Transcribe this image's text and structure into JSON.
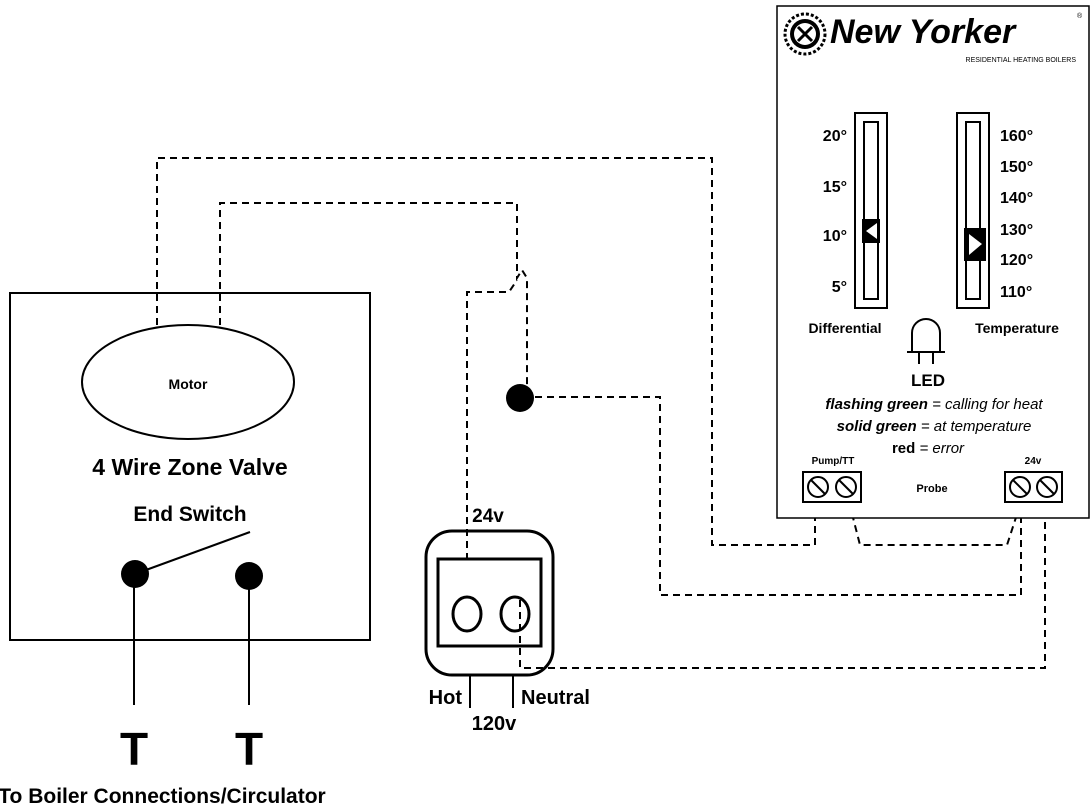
{
  "brand": {
    "name": "New Yorker",
    "registered": "®",
    "tagline": "RESIDENTIAL HEATING BOILERS"
  },
  "control": {
    "differential": {
      "label": "Differential",
      "ticks": [
        "20°",
        "15°",
        "10°",
        "5°"
      ],
      "setting": "10°"
    },
    "temperature": {
      "label": "Temperature",
      "ticks": [
        "160°",
        "150°",
        "140°",
        "130°",
        "120°",
        "110°"
      ],
      "setting": "125°"
    },
    "led": {
      "label": "LED",
      "legend": [
        {
          "term": "flashing green",
          "desc": " = calling for heat"
        },
        {
          "term": "solid green",
          "desc": " = at temperature"
        },
        {
          "term": "red",
          "desc": " = error"
        }
      ]
    },
    "terminals": {
      "pump_tt": "Pump/TT",
      "probe": "Probe",
      "v24": "24v"
    }
  },
  "zone_valve": {
    "motor": "Motor",
    "title": "4 Wire Zone Valve",
    "end_switch": "End Switch",
    "t_left": "T",
    "t_right": "T",
    "caption": "To Boiler Connections/Circulator"
  },
  "transformer": {
    "secondary": "24v",
    "hot": "Hot",
    "neutral": "Neutral",
    "primary": "120v"
  }
}
